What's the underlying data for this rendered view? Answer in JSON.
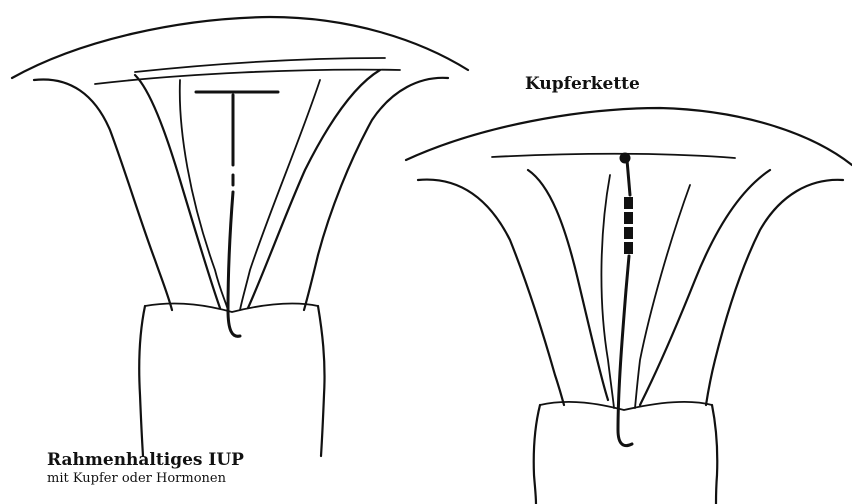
{
  "labels": {
    "chain_iud": "Kupferkette",
    "frame_iud_title": "Rahmenhaltiges IUP",
    "frame_iud_subtitle": "mit Kupfer oder Hormonen"
  },
  "figures": [
    {
      "name": "left-uterus",
      "device": "frame-iud"
    },
    {
      "name": "right-uterus",
      "device": "copper-chain"
    }
  ],
  "colors": {
    "line": "#111111",
    "background": "#ffffff"
  }
}
